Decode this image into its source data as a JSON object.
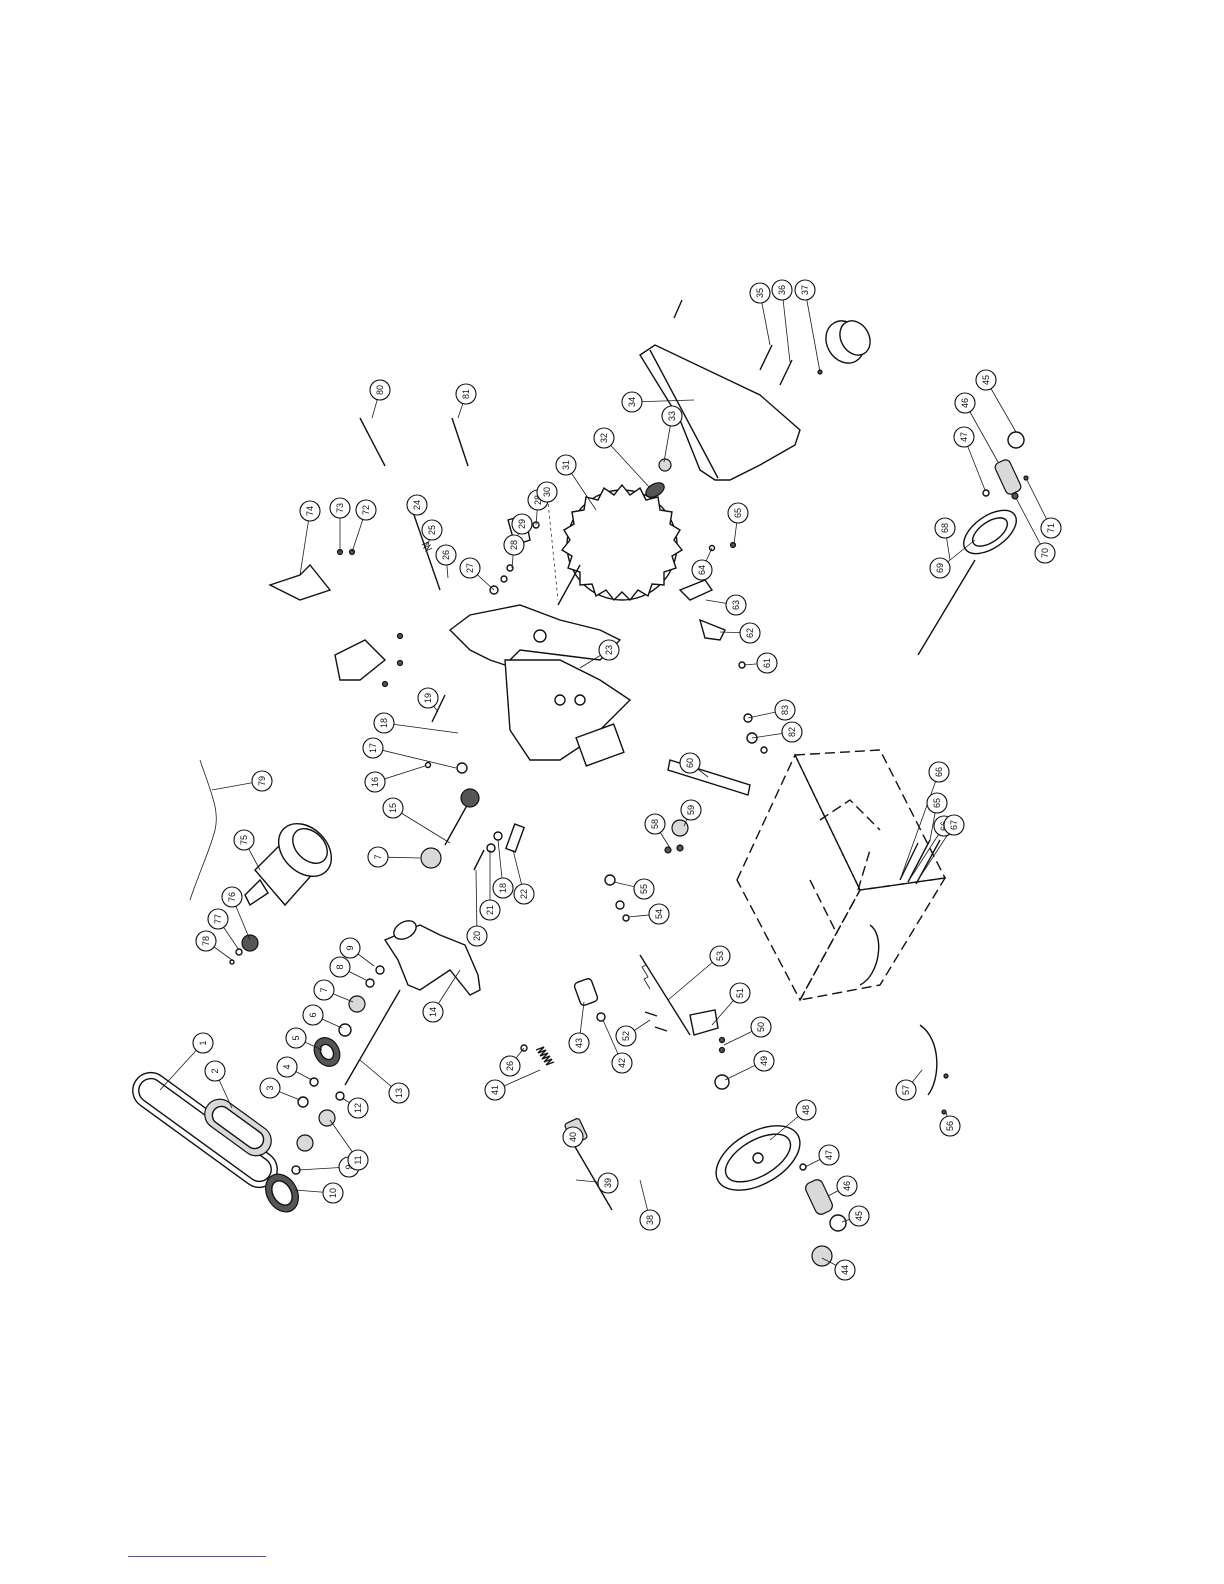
{
  "diagram": {
    "part_numbers": [
      "1",
      "2",
      "3",
      "4",
      "5",
      "6",
      "7",
      "7",
      "8",
      "9",
      "9",
      "10",
      "11",
      "12",
      "13",
      "14",
      "15",
      "16",
      "17",
      "18",
      "18",
      "19",
      "20",
      "21",
      "22",
      "23",
      "24",
      "25",
      "26",
      "26",
      "27",
      "28",
      "28",
      "29",
      "30",
      "31",
      "32",
      "33",
      "34",
      "35",
      "36",
      "37",
      "38",
      "39",
      "40",
      "41",
      "42",
      "43",
      "44",
      "45",
      "45",
      "46",
      "46",
      "47",
      "47",
      "48",
      "49",
      "50",
      "51",
      "52",
      "53",
      "54",
      "55",
      "56",
      "57",
      "58",
      "59",
      "60",
      "61",
      "62",
      "63",
      "64",
      "65",
      "65",
      "66",
      "66",
      "67",
      "68",
      "69",
      "70",
      "71",
      "72",
      "73",
      "74",
      "75",
      "76",
      "77",
      "78",
      "79",
      "80",
      "81",
      "82",
      "83"
    ]
  },
  "footer": {
    "rule_color": "#4a50b8"
  }
}
